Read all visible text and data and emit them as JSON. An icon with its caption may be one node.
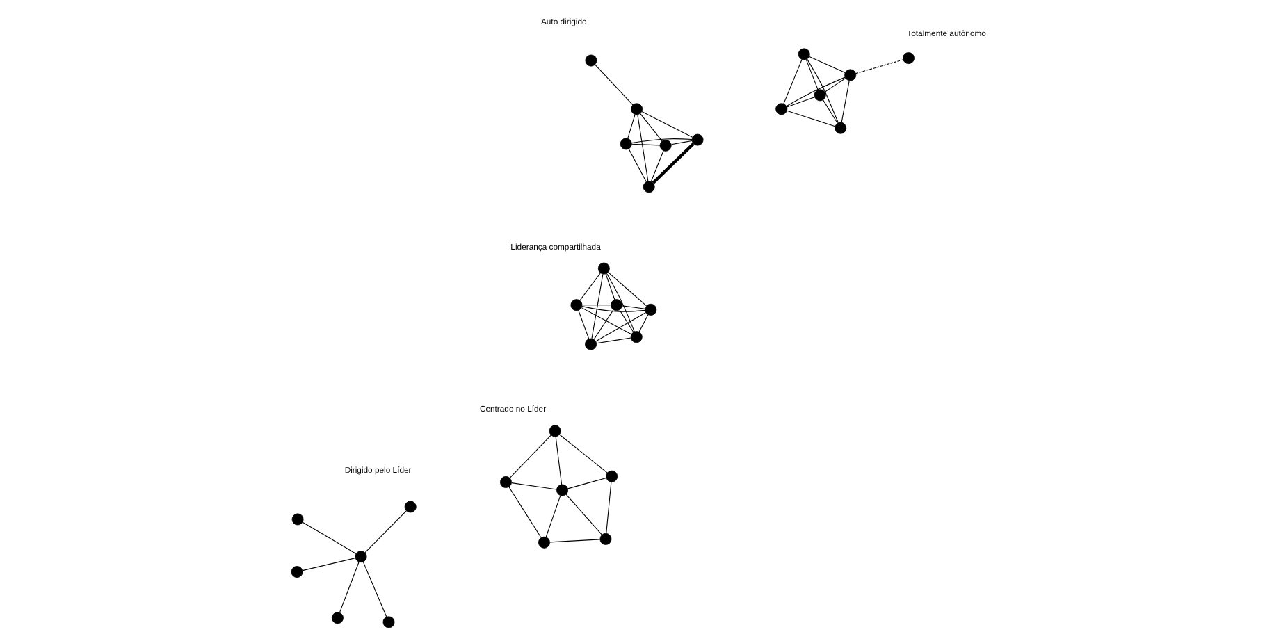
{
  "diagram": {
    "nodes": [
      {
        "text": [],
        "shape": "circle"
      },
      {
        "text": [],
        "shape": "circle"
      },
      {
        "text": [],
        "shape": "circle"
      },
      {
        "text": [],
        "shape": "circle"
      },
      {
        "text": [],
        "shape": "circle"
      },
      {
        "text": [],
        "shape": "circle"
      },
      {
        "text": [],
        "shape": "circle"
      },
      {
        "text": [],
        "shape": "circle"
      },
      {
        "text": [],
        "shape": "circle"
      },
      {
        "text": [],
        "shape": "circle"
      },
      {
        "text": [],
        "shape": "circle"
      },
      {
        "text": [],
        "shape": "circle"
      },
      {
        "text": [],
        "shape": "circle"
      },
      {
        "text": [],
        "shape": "circle"
      },
      {
        "text": [],
        "shape": "circle"
      },
      {
        "text": [],
        "shape": "circle"
      },
      {
        "text": [],
        "shape": "circle"
      },
      {
        "text": [],
        "shape": "circle"
      },
      {
        "text": [],
        "shape": "circle"
      },
      {
        "text": [],
        "shape": "circle"
      },
      {
        "text": [],
        "shape": "circle"
      },
      {
        "text": [],
        "shape": "circle"
      },
      {
        "text": [],
        "shape": "circle"
      },
      {
        "text": [],
        "shape": "circle"
      },
      {
        "text": [],
        "shape": "circle"
      },
      {
        "text": [],
        "shape": "circle"
      },
      {
        "text": [],
        "shape": "circle"
      },
      {
        "text": [],
        "shape": "circle"
      },
      {
        "text": [],
        "shape": "circle"
      },
      {
        "text": [],
        "shape": "circle"
      }
    ],
    "edges": [
      {
        "from": 0,
        "to": 1,
        "arrow": "none"
      },
      {
        "from": 0,
        "to": 2,
        "arrow": "none"
      },
      {
        "from": 0,
        "to": 3,
        "arrow": "none"
      },
      {
        "from": 0,
        "to": 4,
        "arrow": "none"
      },
      {
        "from": 0,
        "to": 5,
        "arrow": "none"
      },
      {
        "from": 6,
        "to": 7,
        "arrow": "none"
      },
      {
        "from": 6,
        "to": 9,
        "arrow": "none"
      },
      {
        "from": 6,
        "to": 8,
        "arrow": "none"
      },
      {
        "from": 7,
        "to": 8,
        "arrow": "none"
      },
      {
        "from": 8,
        "to": 9,
        "arrow": "none"
      },
      {
        "from": 7,
        "to": 10,
        "arrow": "none"
      },
      {
        "from": 9,
        "to": 11,
        "arrow": "none"
      },
      {
        "from": 8,
        "to": 10,
        "arrow": "none"
      },
      {
        "from": 8,
        "to": 11,
        "arrow": "none"
      },
      {
        "from": 10,
        "to": 11,
        "arrow": "none"
      },
      {
        "from": 12,
        "to": 13,
        "arrow": "none"
      },
      {
        "from": 12,
        "to": 14,
        "arrow": "none"
      },
      {
        "from": 12,
        "to": 15,
        "arrow": "none"
      },
      {
        "from": 12,
        "to": 16,
        "arrow": "none"
      },
      {
        "from": 12,
        "to": 17,
        "arrow": "none"
      },
      {
        "from": 13,
        "to": 14,
        "arrow": "none"
      },
      {
        "from": 13,
        "to": 15,
        "arrow": "none"
      },
      {
        "from": 13,
        "to": 16,
        "arrow": "none"
      },
      {
        "from": 13,
        "to": 17,
        "arrow": "none"
      },
      {
        "from": 14,
        "to": 15,
        "arrow": "none"
      },
      {
        "from": 14,
        "to": 16,
        "arrow": "none"
      },
      {
        "from": 14,
        "to": 17,
        "arrow": "none"
      },
      {
        "from": 15,
        "to": 16,
        "arrow": "none"
      },
      {
        "from": 15,
        "to": 17,
        "arrow": "none"
      },
      {
        "from": 16,
        "to": 17,
        "arrow": "none"
      },
      {
        "from": 18,
        "to": 19,
        "arrow": "none"
      },
      {
        "from": 18,
        "to": 20,
        "arrow": "none"
      },
      {
        "from": 18,
        "to": 21,
        "arrow": "none"
      },
      {
        "from": 18,
        "to": 22,
        "arrow": "none"
      },
      {
        "from": 19,
        "to": 20,
        "arrow": "none"
      },
      {
        "from": 19,
        "to": 21,
        "arrow": "none"
      },
      {
        "from": 19,
        "to": 22,
        "arrow": "none"
      },
      {
        "from": 20,
        "to": 21,
        "arrow": "none"
      },
      {
        "from": 20,
        "to": 22,
        "arrow": "none"
      },
      {
        "from": 21,
        "to": 22,
        "arrow": "none",
        "style": "thick"
      },
      {
        "from": 20,
        "to": 23,
        "arrow": "none"
      },
      {
        "from": 24,
        "to": 25,
        "arrow": "none"
      },
      {
        "from": 24,
        "to": 26,
        "arrow": "none"
      },
      {
        "from": 24,
        "to": 27,
        "arrow": "none"
      },
      {
        "from": 24,
        "to": 28,
        "arrow": "none"
      },
      {
        "from": 25,
        "to": 26,
        "arrow": "none"
      },
      {
        "from": 25,
        "to": 27,
        "arrow": "none"
      },
      {
        "from": 25,
        "to": 28,
        "arrow": "none"
      },
      {
        "from": 26,
        "to": 27,
        "arrow": "none"
      },
      {
        "from": 26,
        "to": 28,
        "arrow": "none"
      },
      {
        "from": 27,
        "to": 28,
        "arrow": "none"
      },
      {
        "from": 26,
        "to": 29,
        "arrow": "none",
        "style": "dashed"
      }
    ],
    "labels": [
      "Totalmente autônomo",
      "Auto dirigido",
      "Liderança compartilhada",
      "Centrado no Líder",
      "Dirigido pelo Líder"
    ]
  }
}
